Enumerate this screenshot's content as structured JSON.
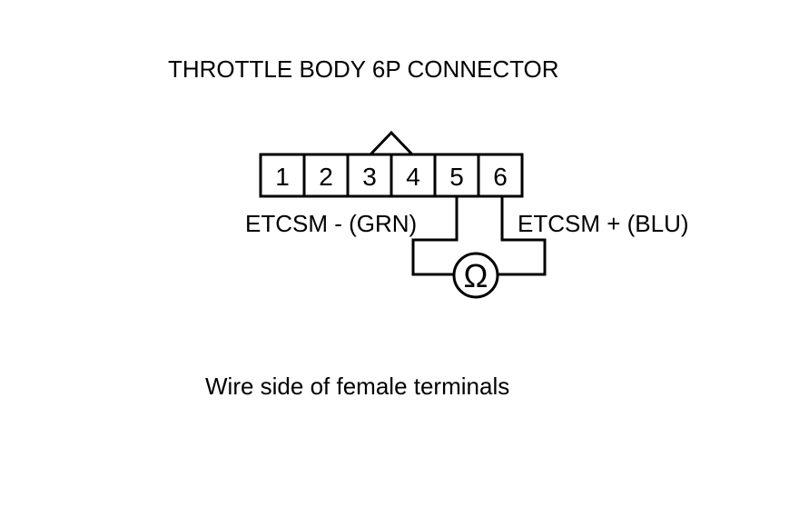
{
  "title": "THROTTLE BODY 6P CONNECTOR",
  "connector": {
    "pins": [
      "1",
      "2",
      "3",
      "4",
      "5",
      "6"
    ]
  },
  "wires": {
    "negative_label": "ETCSM -  (GRN)",
    "positive_label": "ETCSM +  (BLU)",
    "negative_pin": "5",
    "positive_pin": "6"
  },
  "meter": {
    "symbol": "Ω",
    "icon": "ohmmeter-icon"
  },
  "caption": "Wire side of female terminals",
  "colors": {
    "line": "#000000",
    "background": "#ffffff"
  }
}
